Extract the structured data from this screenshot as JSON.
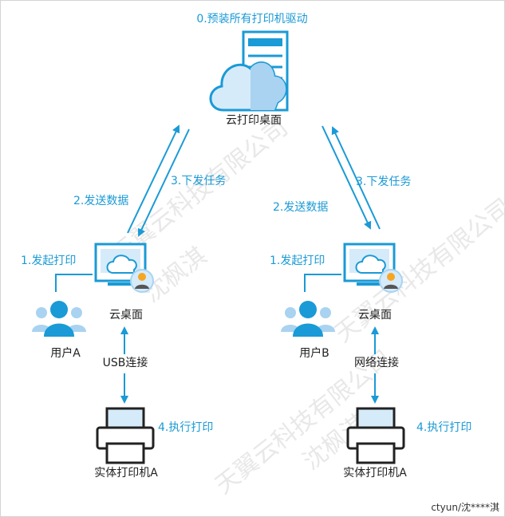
{
  "top": {
    "preinstall_label": "0.预装所有打印机驱动",
    "server_label": "云打印桌面"
  },
  "left": {
    "send_label": "2.发送数据",
    "dispatch_label": "3.下发任务",
    "start_print_label": "1.发起打印",
    "desktop_label": "云桌面",
    "user_label": "用户A",
    "connection_label": "USB连接",
    "execute_label": "4.执行打印",
    "printer_label": "实体打印机A"
  },
  "right": {
    "send_label": "2.发送数据",
    "dispatch_label": "3.下发任务",
    "start_print_label": "1.发起打印",
    "desktop_label": "云桌面",
    "user_label": "用户B",
    "connection_label": "网络连接",
    "execute_label": "4.执行打印",
    "printer_label": "实体打印机A"
  },
  "watermark": {
    "line1": "天翼云科技有限公司",
    "line2": "沈枫淇"
  },
  "credit": "ctyun/沈****淇",
  "colors": {
    "accent": "#1a9ad6",
    "icon_light": "#a9d3f0",
    "icon_pale": "#d6ebfa",
    "text": "#222222"
  }
}
